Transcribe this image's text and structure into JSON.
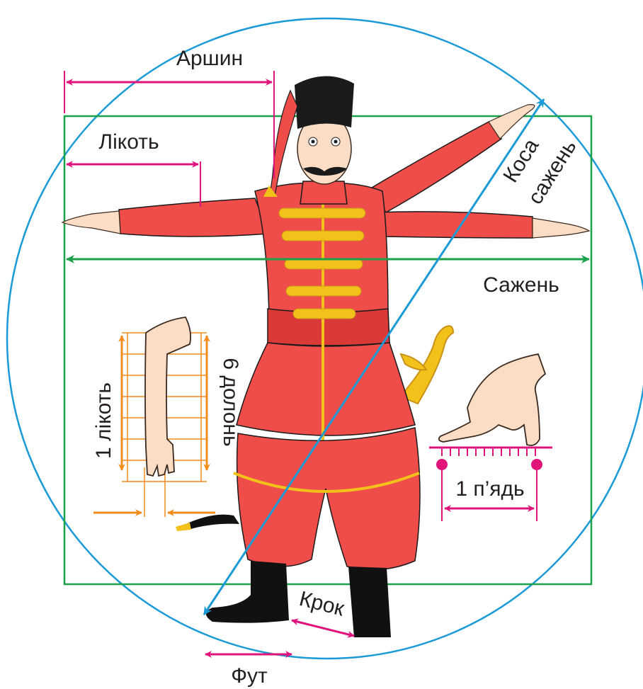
{
  "labels": {
    "arshyn": "Аршин",
    "likot": "Лікоть",
    "sazhen": "Сажень",
    "kosa_sazhen_1": "Коса",
    "kosa_sazhen_2": "сажень",
    "one_likot": "1 лікоть",
    "six_dolon": "6 долонь",
    "one_pyad": "1 п’ядь",
    "krok": "Крок",
    "fut": "Фут"
  },
  "colors": {
    "circle": "#1a9ad6",
    "square": "#1aa14a",
    "magenta": "#e0147a",
    "orange": "#f28c1c",
    "coat": "#ef4d4a",
    "coat_shade": "#d93a38",
    "gold": "#f2c21a",
    "gold_dark": "#c9931a",
    "skin": "#fbdcc4",
    "skin_line": "#3a2a20",
    "hair": "#1a1a1a",
    "boot": "#111111"
  },
  "icons": {
    "cossack": "cossack-figure-icon",
    "forearm": "forearm-icon",
    "pinch_hand": "hand-span-icon",
    "saber": "saber-icon"
  }
}
